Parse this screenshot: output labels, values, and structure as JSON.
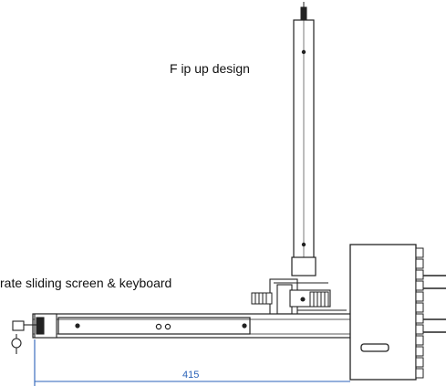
{
  "labels": {
    "flip_up": "F ip up design",
    "sliding": "rate sliding screen & keyboard"
  },
  "dimension": {
    "value": "415"
  },
  "colors": {
    "line": "#222222",
    "dimension": "#2a62b8",
    "background": "#ffffff"
  }
}
